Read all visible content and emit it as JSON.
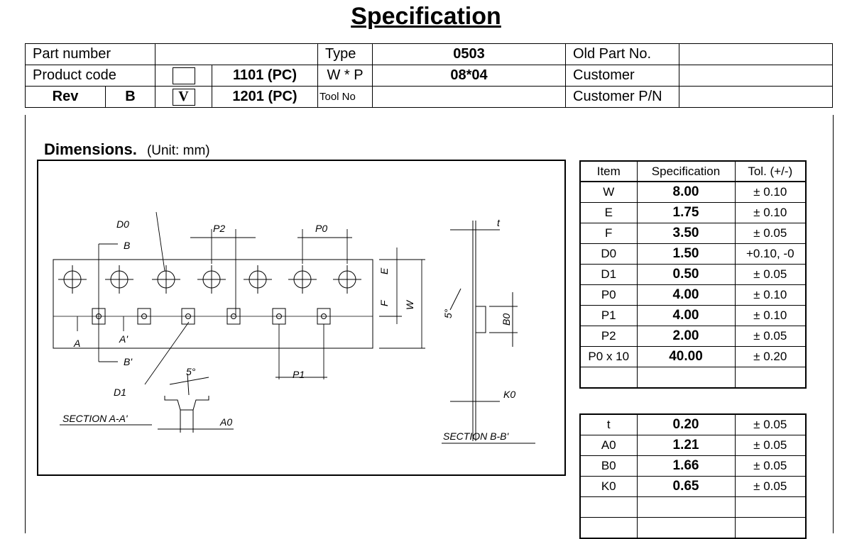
{
  "title": "Specification",
  "header": {
    "part_number_label": "Part number",
    "part_number_value": "",
    "type_label": "Type",
    "type_value": "0503",
    "old_part_label": "Old Part No.",
    "old_part_value": "",
    "product_code_label": "Product code",
    "option1_check": "",
    "option1_code": "1101 (PC)",
    "wp_label": "W * P",
    "wp_value": "08*04",
    "customer_label": "Customer",
    "customer_value": "",
    "rev_label": "Rev",
    "rev_value": "B",
    "option2_check": "V",
    "option2_code": "1201 (PC)",
    "tool_label": "Tool No",
    "tool_value": "",
    "customer_pn_label": "Customer P/N",
    "customer_pn_value": ""
  },
  "dimensions": {
    "label": "Dimensions.",
    "unit": "(Unit: mm)"
  },
  "drawing": {
    "d0": "D0",
    "b": "B",
    "p2": "P2",
    "p0": "P0",
    "e": "E",
    "f": "F",
    "w": "W",
    "t": "t",
    "five1": "5°",
    "b0": "B0",
    "a": "A",
    "a_prime": "A'",
    "b_prime": "B'",
    "p1": "P1",
    "d1": "D1",
    "five2": "5°",
    "k0": "K0",
    "a0": "A0",
    "section_aa": "SECTION A-A'",
    "section_bb": "SECTION B-B'"
  },
  "spec_table": {
    "headers": [
      "Item",
      "Specification",
      "Tol. (+/-)"
    ],
    "rows": [
      {
        "item": "W",
        "spec": "8.00",
        "tol": "± 0.10"
      },
      {
        "item": "E",
        "spec": "1.75",
        "tol": "± 0.10"
      },
      {
        "item": "F",
        "spec": "3.50",
        "tol": "± 0.05"
      },
      {
        "item": "D0",
        "spec": "1.50",
        "tol": "+0.10, -0"
      },
      {
        "item": "D1",
        "spec": "0.50",
        "tol": "± 0.05"
      },
      {
        "item": "P0",
        "spec": "4.00",
        "tol": "± 0.10"
      },
      {
        "item": "P1",
        "spec": "4.00",
        "tol": "± 0.10"
      },
      {
        "item": "P2",
        "spec": "2.00",
        "tol": "± 0.05"
      },
      {
        "item": "P0 x 10",
        "spec": "40.00",
        "tol": "± 0.20"
      },
      {
        "item": "",
        "spec": "",
        "tol": ""
      }
    ]
  },
  "spec_table2": {
    "rows": [
      {
        "item": "t",
        "spec": "0.20",
        "tol": "± 0.05"
      },
      {
        "item": "A0",
        "spec": "1.21",
        "tol": "± 0.05"
      },
      {
        "item": "B0",
        "spec": "1.66",
        "tol": "± 0.05"
      },
      {
        "item": "K0",
        "spec": "0.65",
        "tol": "± 0.05"
      },
      {
        "item": "",
        "spec": "",
        "tol": ""
      },
      {
        "item": "",
        "spec": "",
        "tol": ""
      }
    ]
  }
}
